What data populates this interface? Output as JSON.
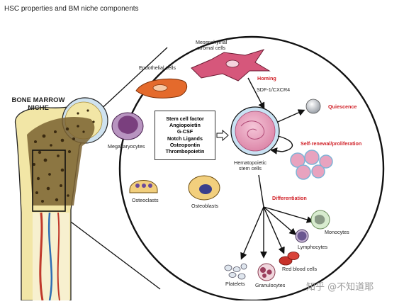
{
  "title": "HSC properties and BM niche components",
  "bone_label_line1": "BONE MARROW",
  "bone_label_line2": "NICHE",
  "factors": [
    "Stem cell factor",
    "Angiopoietin",
    "G-CSF",
    "Notch Ligands",
    "Osteopontin",
    "Thrombopoietin"
  ],
  "labels": {
    "mesenchymal_line1": "Mesenchymal",
    "mesenchymal_line2": "stromal cells",
    "endothelial": "Endothelial cells",
    "megakaryocytes": "Megakaryocytes",
    "osteoclasts": "Osteoclasts",
    "osteoblasts": "Osteoblasts",
    "hsc_line1": "Hematopoietic",
    "hsc_line2": "stem cells",
    "homing": "Homing",
    "sdf": "SDF-1/CXCR4",
    "quiescence": "Quiescence",
    "self_renewal": "Self-renewal/proliferation",
    "differentiation": "Differentiation",
    "monocytes": "Monocytes",
    "lymphocytes": "Lymphocytes",
    "red_blood_cells": "Red blood cells",
    "granulocytes": "Granulocytes",
    "platelets": "Platelets"
  },
  "watermark": "知乎 @不知道耶",
  "colors": {
    "bone": "#f2e6a6",
    "marrow_dots": "#5a4520",
    "highlight_red": "#d12229",
    "hsc_pink": "#e9a9c2",
    "cell_red": "#d94f3a",
    "megakaryocyte": "#7a3f7e"
  }
}
